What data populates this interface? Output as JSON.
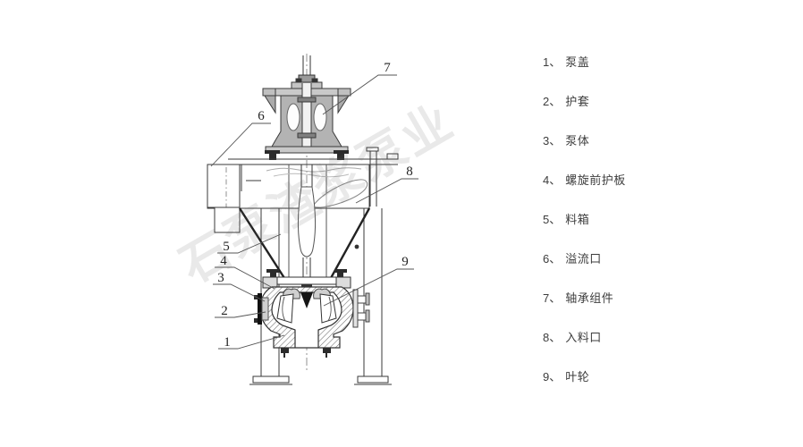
{
  "colors": {
    "line": "#3a3a3a",
    "legend_text": "#3d3d3d",
    "watermark_gray": "#5f5f5f"
  },
  "watermark": {
    "text": "石泵渣浆泵业"
  },
  "diagram": {
    "callouts": [
      {
        "label": "1"
      },
      {
        "label": "2"
      },
      {
        "label": "3"
      },
      {
        "label": "4"
      },
      {
        "label": "5"
      },
      {
        "label": "6"
      },
      {
        "label": "7"
      },
      {
        "label": "8"
      },
      {
        "label": "9"
      }
    ]
  },
  "legend": {
    "items": [
      {
        "num": "1、",
        "label": "泵盖"
      },
      {
        "num": "2、",
        "label": "护套"
      },
      {
        "num": "3、",
        "label": "泵体"
      },
      {
        "num": "4、",
        "label": "螺旋前护板"
      },
      {
        "num": "5、",
        "label": "料箱"
      },
      {
        "num": "6、",
        "label": "溢流口"
      },
      {
        "num": "7、",
        "label": "轴承组件"
      },
      {
        "num": "8、",
        "label": "入料口"
      },
      {
        "num": "9、",
        "label": "叶轮"
      }
    ]
  }
}
